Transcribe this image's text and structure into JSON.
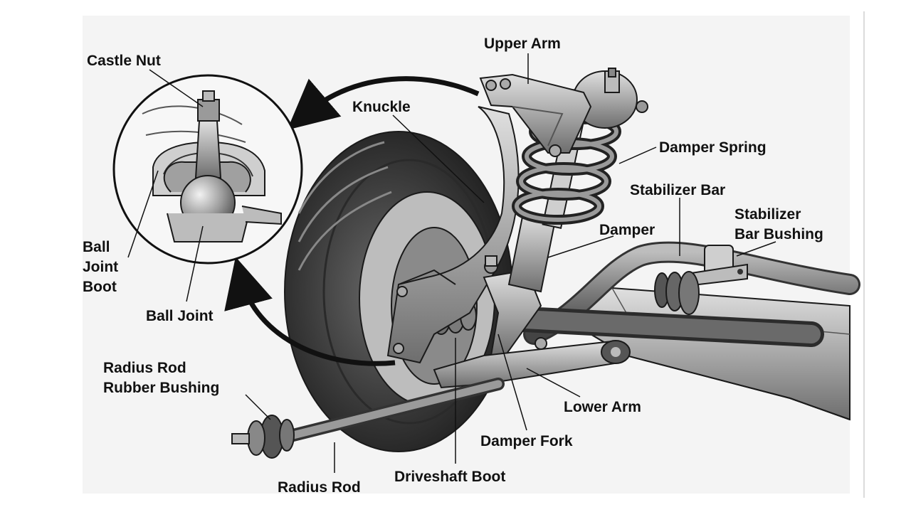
{
  "labels": {
    "castle_nut": "Castle Nut",
    "upper_arm": "Upper Arm",
    "knuckle": "Knuckle",
    "damper_spring": "Damper Spring",
    "stabilizer_bar": "Stabilizer Bar",
    "stabilizer_bar_bushing_line1": "Stabilizer",
    "stabilizer_bar_bushing_line2": "Bar Bushing",
    "damper": "Damper",
    "ball_joint_boot_line1": "Ball",
    "ball_joint_boot_line2": "Joint",
    "ball_joint_boot_line3": "Boot",
    "ball_joint": "Ball Joint",
    "radius_rod_rubber_bushing_line1": "Radius Rod",
    "radius_rod_rubber_bushing_line2": "Rubber Bushing",
    "lower_arm": "Lower Arm",
    "damper_fork": "Damper Fork",
    "driveshaft_boot": "Driveshaft Boot",
    "radius_rod": "Radius Rod"
  },
  "colors": {
    "background": "#ffffff",
    "panel": "#f4f4f4",
    "tire": "#3a3a3a",
    "metal": "#9a9a9a",
    "ink": "#111111"
  }
}
